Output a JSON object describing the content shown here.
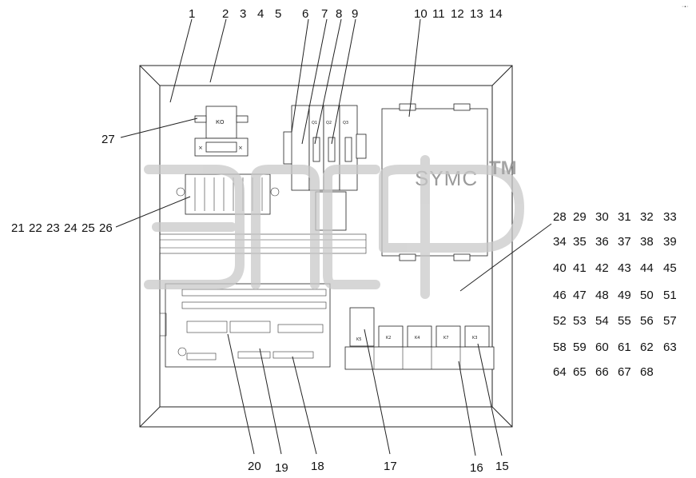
{
  "callouts_top": [
    "1",
    "2",
    "3",
    "4",
    "5",
    "6",
    "7",
    "8",
    "9",
    "10",
    "11",
    "12",
    "13",
    "14"
  ],
  "callouts_left_row": [
    "21",
    "22",
    "23",
    "24",
    "25",
    "26"
  ],
  "callout_27": "27",
  "callouts_bottom": [
    "20",
    "19",
    "18",
    "17",
    "16",
    "15"
  ],
  "callouts_grid": [
    [
      "28",
      "29",
      "30",
      "31",
      "32",
      "33"
    ],
    [
      "34",
      "35",
      "36",
      "37",
      "38",
      "39"
    ],
    [
      "40",
      "41",
      "42",
      "43",
      "44",
      "45"
    ],
    [
      "46",
      "47",
      "48",
      "49",
      "50",
      "51"
    ],
    [
      "52",
      "53",
      "54",
      "55",
      "56",
      "57"
    ],
    [
      "58",
      "59",
      "60",
      "61",
      "62",
      "63"
    ],
    [
      "64",
      "65",
      "66",
      "67",
      "68"
    ]
  ],
  "device_labels": {
    "ko": "КО",
    "q1": "Q1",
    "q2": "Q2",
    "q3": "Q3",
    "transformer_brand": "SYMC",
    "relays": [
      "K5",
      "K2",
      "K4",
      "K7",
      "K3"
    ]
  },
  "watermark": {
    "trademark": "TM",
    "color": "#c9c9c9"
  },
  "colors": {
    "line": "#222222",
    "background": "#ffffff"
  }
}
